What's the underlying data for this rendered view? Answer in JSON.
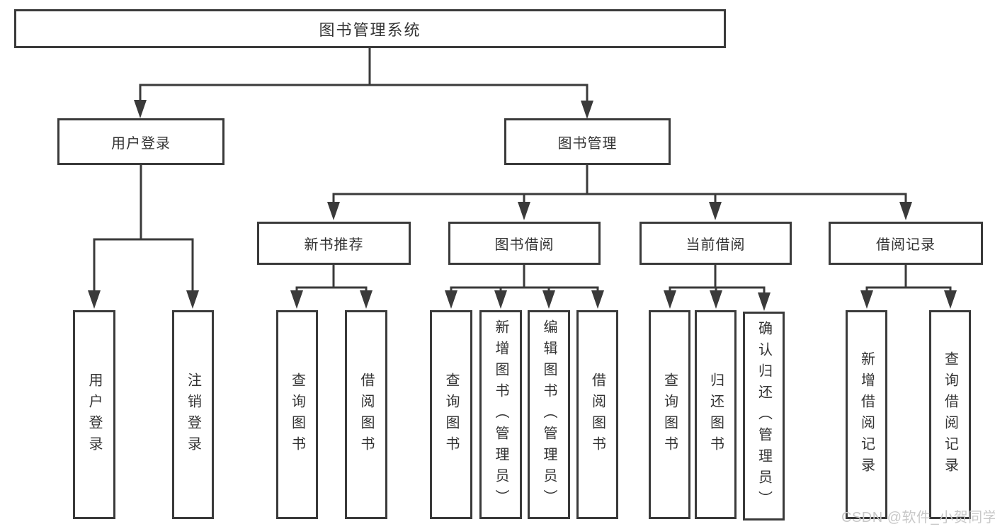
{
  "colors": {
    "line": "#3a3a3a",
    "text": "#333333",
    "watermark": "#c8c8c8",
    "background": "#ffffff"
  },
  "watermark": "CSDN @软件_小贺同学",
  "tree": {
    "root": {
      "label": "图书管理系统"
    },
    "branches": [
      {
        "label": "用户登录",
        "children": [
          {
            "label": "用户登录"
          },
          {
            "label": "注销登录"
          }
        ]
      },
      {
        "label": "图书管理",
        "children": [
          {
            "label": "新书推荐",
            "children": [
              {
                "label": "查询图书"
              },
              {
                "label": "借阅图书"
              }
            ]
          },
          {
            "label": "图书借阅",
            "children": [
              {
                "label": "查询图书"
              },
              {
                "label": "新增图书（管理员）"
              },
              {
                "label": "编辑图书（管理员）"
              },
              {
                "label": "借阅图书"
              }
            ]
          },
          {
            "label": "当前借阅",
            "children": [
              {
                "label": "查询图书"
              },
              {
                "label": "归还图书"
              },
              {
                "label": "确认归还（管理员）"
              }
            ]
          },
          {
            "label": "借阅记录",
            "children": [
              {
                "label": "新增借阅记录"
              },
              {
                "label": "查询借阅记录"
              }
            ]
          }
        ]
      }
    ]
  }
}
